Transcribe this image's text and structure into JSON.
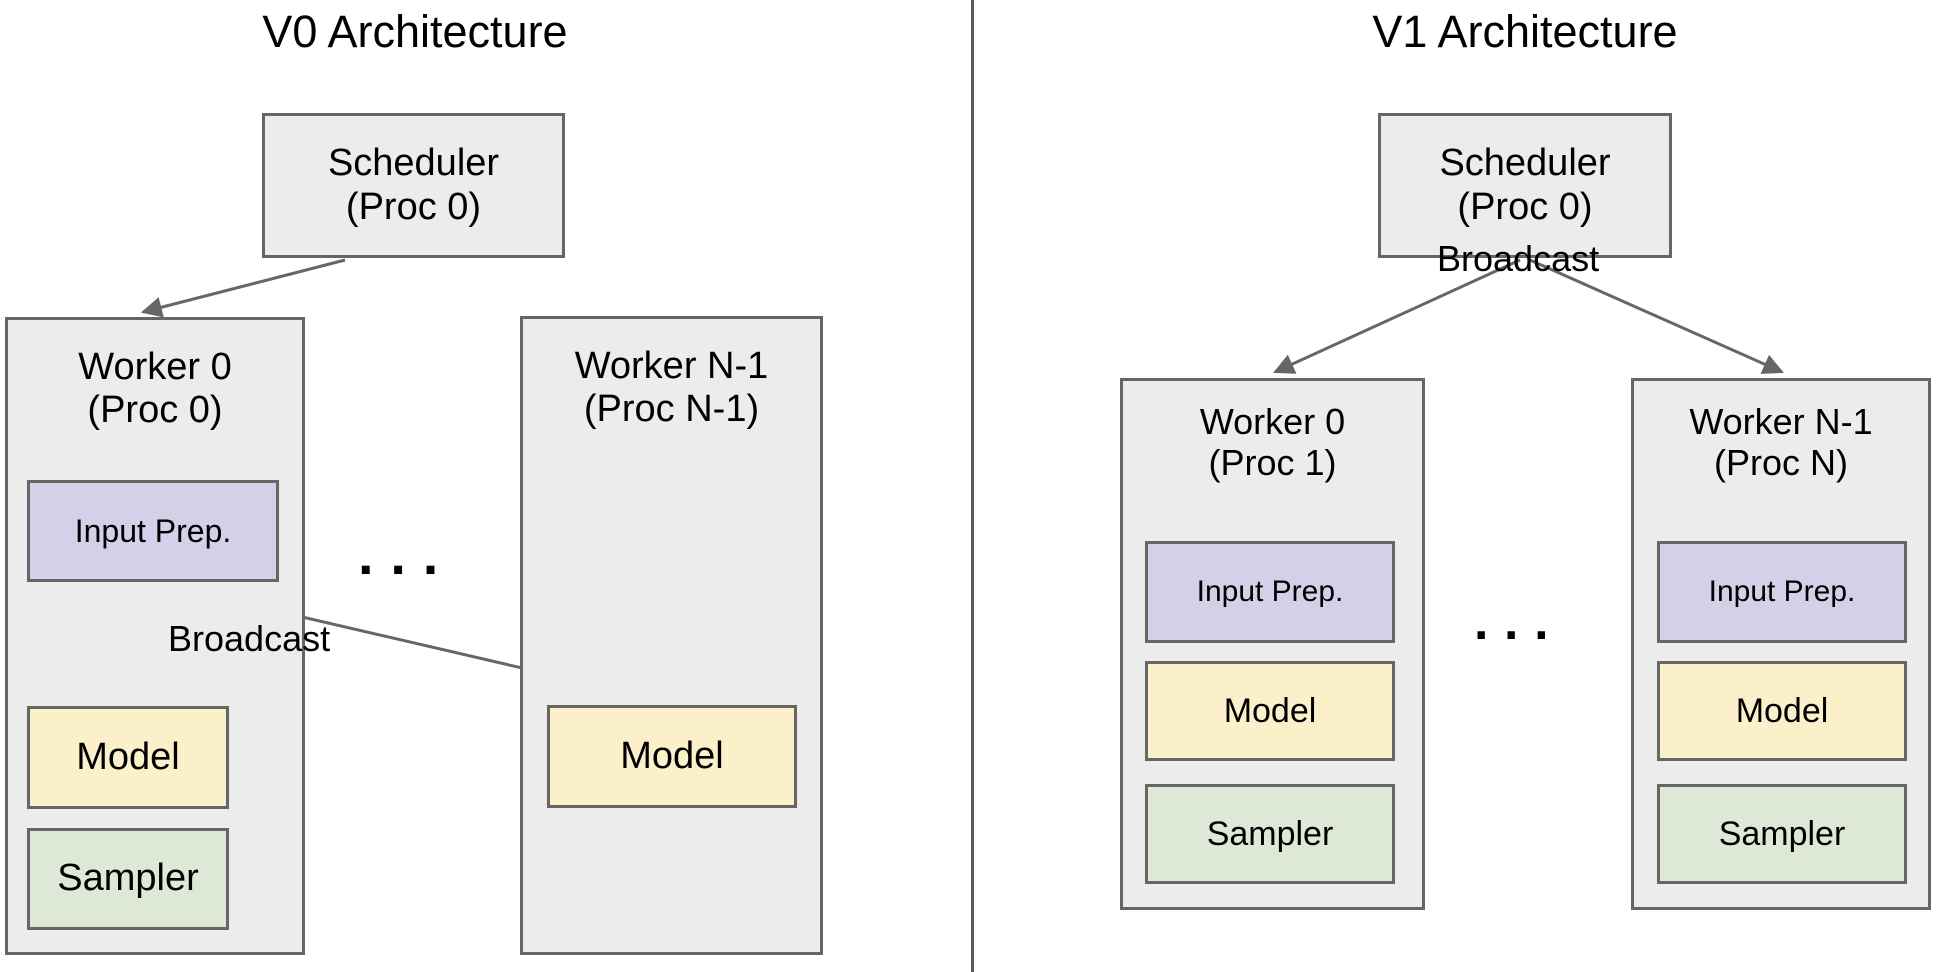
{
  "figure": {
    "background_color": "#ffffff",
    "stroke_color": "#666666",
    "divider_color": "#5a5a5a",
    "palette": {
      "container_fill": "#ececec",
      "input_prep_fill": "#d5cfe8",
      "model_fill": "#fbf0ca",
      "sampler_fill": "#dde8d7"
    }
  },
  "v0": {
    "title": "V0 Architecture",
    "scheduler": {
      "line1": "Scheduler",
      "line2": "(Proc 0)"
    },
    "worker0": {
      "line1": "Worker 0",
      "line2": "(Proc 0)",
      "input_prep": "Input Prep.",
      "model": "Model",
      "sampler": "Sampler"
    },
    "workerN": {
      "line1": "Worker N-1",
      "line2": "(Proc N-1)",
      "model": "Model"
    },
    "ellipsis": "...",
    "broadcast_label": "Broadcast"
  },
  "v1": {
    "title": "V1 Architecture",
    "scheduler": {
      "line1": "Scheduler",
      "line2": "(Proc 0)"
    },
    "worker0": {
      "line1": "Worker 0",
      "line2": "(Proc 1)",
      "input_prep": "Input Prep.",
      "model": "Model",
      "sampler": "Sampler"
    },
    "workerN": {
      "line1": "Worker N-1",
      "line2": "(Proc N)",
      "input_prep": "Input Prep.",
      "model": "Model",
      "sampler": "Sampler"
    },
    "ellipsis": "...",
    "broadcast_label": "Broadcast"
  }
}
